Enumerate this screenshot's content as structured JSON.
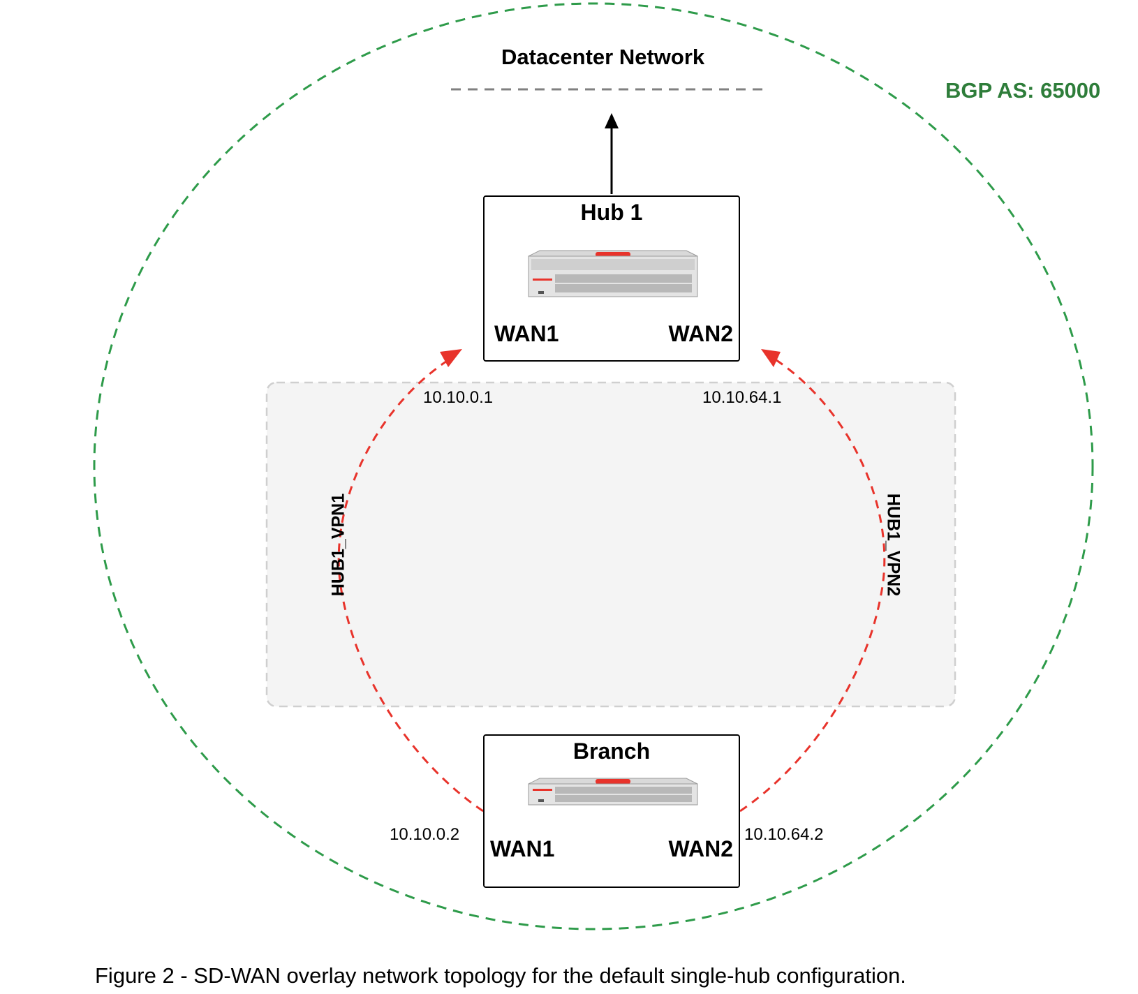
{
  "bgp_label": "BGP AS: 65000",
  "datacenter_label": "Datacenter Network",
  "hub": {
    "title": "Hub 1",
    "wan1": "WAN1",
    "wan2": "WAN2"
  },
  "branch": {
    "title": "Branch",
    "wan1": "WAN1",
    "wan2": "WAN2"
  },
  "ips": {
    "hub_wan1": "10.10.0.1",
    "hub_wan2": "10.10.64.1",
    "branch_wan1": "10.10.0.2",
    "branch_wan2": "10.10.64.2"
  },
  "tunnels": {
    "vpn1": "HUB1_VPN1",
    "vpn2": "HUB1_VPN2"
  },
  "caption": "Figure 2 - SD-WAN overlay network topology for the default single-hub configuration.",
  "colors": {
    "bgp_ring": "#2e9b4a",
    "bgp_text": "#2e7d3a",
    "tunnel": "#e8332b",
    "overlay_fill": "#f4f4f4",
    "overlay_border": "#cfcfcf",
    "datacenter_line": "#808080"
  }
}
